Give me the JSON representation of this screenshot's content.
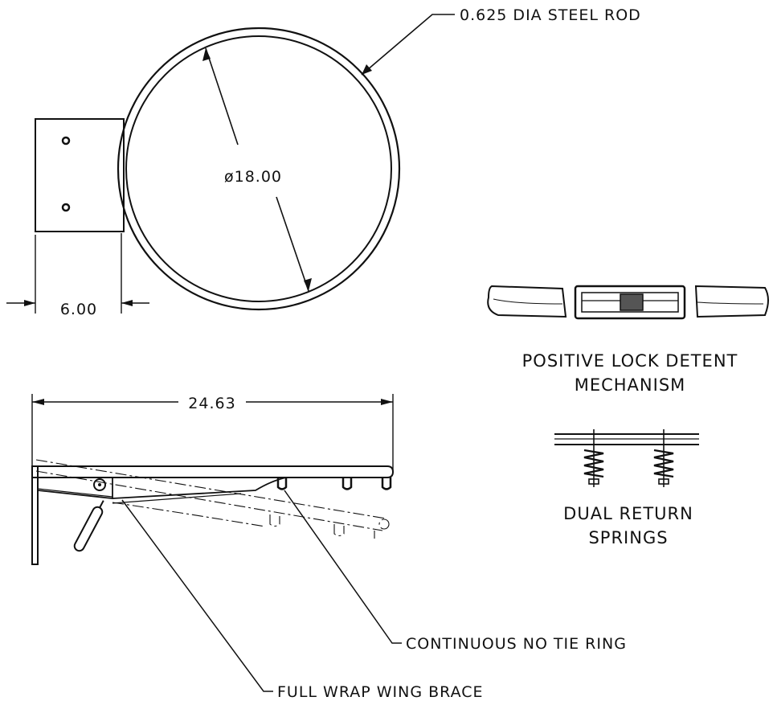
{
  "labels": {
    "rod_callout": "0.625 DIA STEEL ROD",
    "diameter_dim": "ø18.00",
    "plate_width_dim": "6.00",
    "overall_length_dim": "24.63",
    "detent_title_line1": "POSITIVE LOCK DETENT",
    "detent_title_line2": "MECHANISM",
    "springs_title_line1": "DUAL RETURN",
    "springs_title_line2": "SPRINGS",
    "ring_callout": "CONTINUOUS NO TIE RING",
    "brace_callout": "FULL WRAP WING BRACE"
  },
  "colors": {
    "ink": "#111111",
    "paper": "#ffffff",
    "detent_fill": "#555555"
  }
}
